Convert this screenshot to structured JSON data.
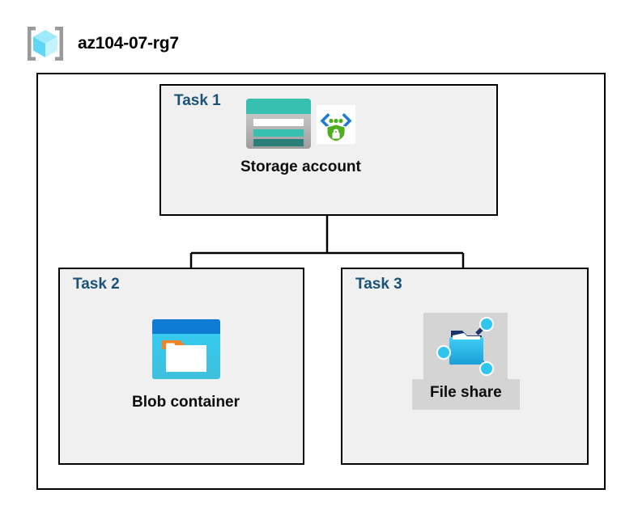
{
  "resource_group": {
    "icon": "resource-group-cube-icon",
    "name": "az104-07-rg7"
  },
  "tasks": [
    {
      "label": "Task 1",
      "node": {
        "caption": "Storage account",
        "icons": [
          "storage-account-icon",
          "secure-endpoint-icon"
        ]
      }
    },
    {
      "label": "Task 2",
      "node": {
        "caption": "Blob container",
        "icons": [
          "blob-container-icon"
        ]
      }
    },
    {
      "label": "Task 3",
      "node": {
        "caption": "File share",
        "icons": [
          "file-share-icon"
        ]
      }
    }
  ],
  "colors": {
    "task_label": "#1a5278",
    "box_fill": "#f0f0f0",
    "box_border": "#000000",
    "container_fill": "#ffffff",
    "highlight_block": "#d4d4d4",
    "storage_teal": "#37bfb0",
    "storage_teal_dark": "#2a8079",
    "blob_blue": "#0f7bd4",
    "blob_cyan": "#32c8f0",
    "blob_orange": "#f08323",
    "fileshare_cyan": "#2ec6ef",
    "fileshare_navy": "#16356b",
    "endpoint_green": "#4fad1f",
    "endpoint_blue": "#1f7ad4",
    "cube_cyan": "#7fe0f7",
    "bracket_gray": "#9a9a9a"
  }
}
